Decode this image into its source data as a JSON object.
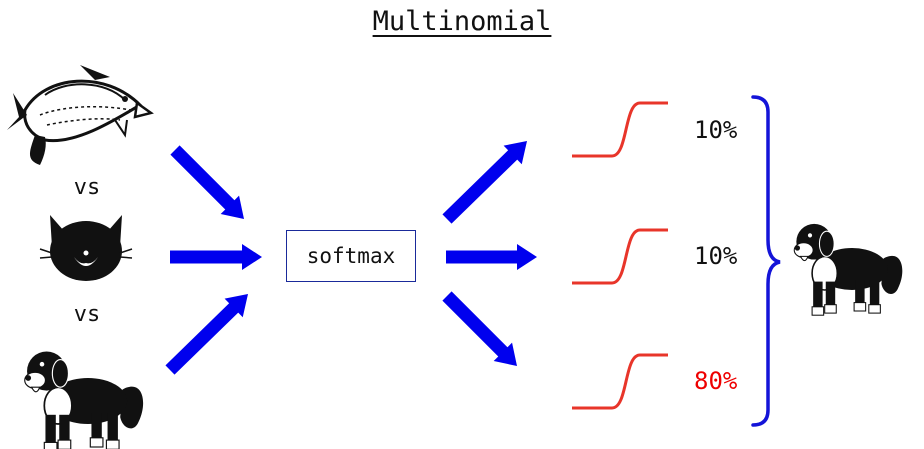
{
  "title": "Multinomial",
  "inputs": {
    "separator_1": "vs",
    "separator_2": "vs",
    "items": [
      "fish",
      "cat",
      "dog"
    ]
  },
  "function_label": "softmax",
  "outputs": [
    {
      "label": "10%",
      "color": "#111111"
    },
    {
      "label": "10%",
      "color": "#111111"
    },
    {
      "label": "80%",
      "color": "#ee0000"
    }
  ],
  "result": "dog",
  "colors": {
    "arrow": "#0000ee",
    "sigmoid": "#e8352a",
    "brace": "#1414d8",
    "box_border": "#1a2a9a",
    "highlight": "#ee0000"
  }
}
